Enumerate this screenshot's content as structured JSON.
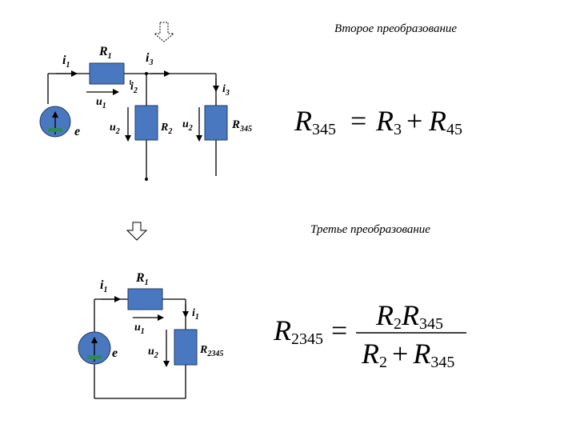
{
  "captions": {
    "second": "Второе преобразование",
    "third": "Третье преобразование"
  },
  "circuit1": {
    "i1": "i",
    "i1_sub": "1",
    "R1": "R",
    "R1_sub": "1",
    "i3": "i",
    "i3_sub": "3",
    "i2": "i",
    "i2_sub": "2",
    "i3b": "i",
    "i3b_sub": "3",
    "u1": "u",
    "u1_sub": "1",
    "e": "e",
    "u2a": "u",
    "u2a_sub": "2",
    "R2": "R",
    "R2_sub": "2",
    "u2b": "u",
    "u2b_sub": "2",
    "R345": "R",
    "R345_sub": "345"
  },
  "circuit2": {
    "i1": "i",
    "i1_sub": "1",
    "R1": "R",
    "R1_sub": "1",
    "i1b": "i",
    "i1b_sub": "1",
    "u1": "u",
    "u1_sub": "1",
    "e": "e",
    "u2": "u",
    "u2_sub": "2",
    "R2345": "R",
    "R2345_sub": "2345"
  },
  "formula1": {
    "lhs": "R",
    "lhs_sub": "345",
    "eq": "=",
    "t1": "R",
    "t1_sub": "3",
    "plus": "+",
    "t2": "R",
    "t2_sub": "45"
  },
  "formula2": {
    "lhs": "R",
    "lhs_sub": "2345",
    "eq": "=",
    "num1": "R",
    "num1_sub": "2",
    "num2": "R",
    "num2_sub": "345",
    "den1": "R",
    "den1_sub": "2",
    "plus": "+",
    "den2": "R",
    "den2_sub": "345"
  },
  "colors": {
    "resistor": "#4a78c0",
    "source": "#4a78c0",
    "source_mark": "#2e8b57"
  },
  "icons": [
    "down-arrow-icon",
    "down-arrow-icon"
  ]
}
